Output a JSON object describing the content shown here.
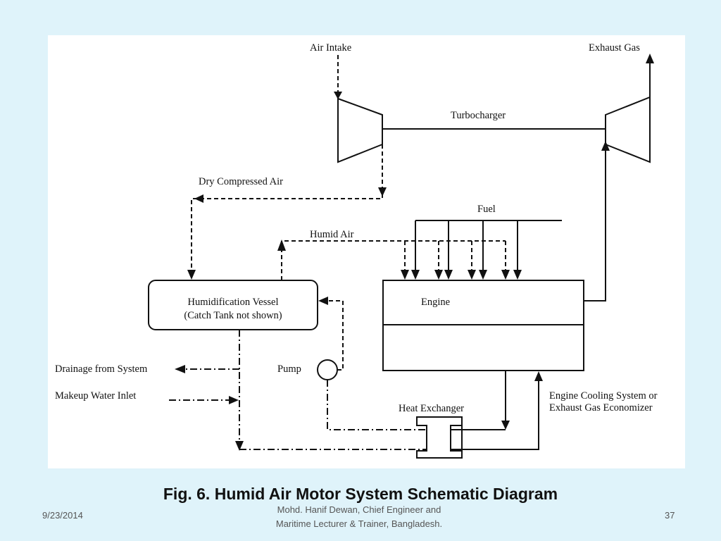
{
  "diagram": {
    "labels": {
      "air_intake": "Air Intake",
      "exhaust_gas": "Exhaust Gas",
      "turbocharger": "Turbocharger",
      "dry_compressed_air": "Dry Compressed Air",
      "fuel": "Fuel",
      "humid_air": "Humid Air",
      "humidification_vessel_line1": "Humidification Vessel",
      "humidification_vessel_line2": "(Catch Tank not shown)",
      "engine": "Engine",
      "drainage": "Drainage from System",
      "makeup_water": "Makeup Water Inlet",
      "pump": "Pump",
      "heat_exchanger": "Heat Exchanger",
      "cooling_line1": "Engine Cooling System or",
      "cooling_line2": "Exhaust Gas Economizer"
    }
  },
  "caption": "Fig. 6. Humid Air Motor System Schematic Diagram",
  "footer": {
    "date": "9/23/2014",
    "author_line1": "Mohd. Hanif Dewan, Chief Engineer and",
    "author_line2": "Maritime Lecturer & Trainer, Bangladesh.",
    "slide_number": "37"
  }
}
